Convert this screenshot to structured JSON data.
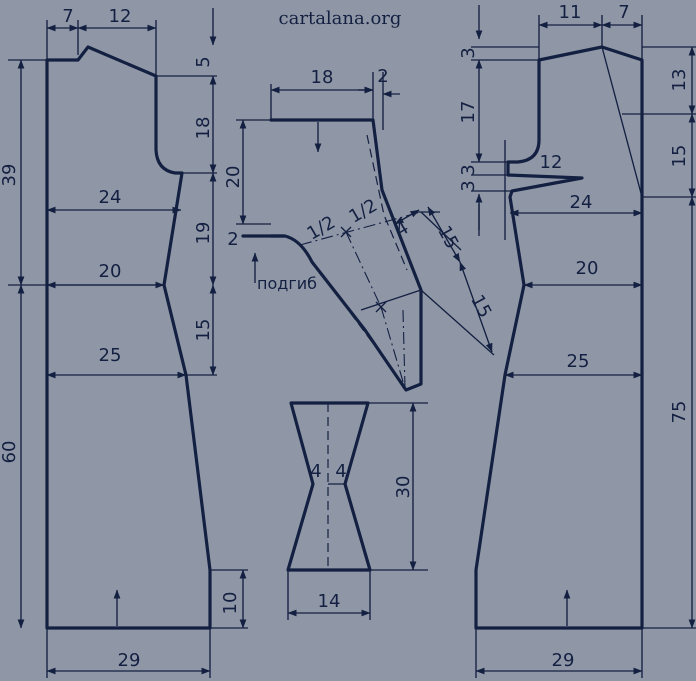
{
  "watermark": "cartalana.org",
  "colors": {
    "background": "#8f97a7",
    "ink": "#142041"
  },
  "back_piece": {
    "shoulder_width": "7",
    "shoulder_slope_width": "12",
    "shoulder_drop": "5",
    "armhole_depth": "18",
    "chest_to_waist": "19",
    "waist_to_hip": "15",
    "bottom_slit": "10",
    "upper_length": "39",
    "lower_length": "60",
    "chest_half_width": "24",
    "waist_half_width": "20",
    "hip_half_width": "25",
    "hem_width": "29"
  },
  "sleeve_piece": {
    "top_width": "18",
    "cap_extension": "2",
    "side_height": "20",
    "fold_height": "2",
    "fold_label": "подгиб",
    "half_left": "1/2",
    "half_right": "1/2",
    "inner_offset": "4",
    "upper_segment": "15",
    "lower_segment": "15"
  },
  "collar_piece": {
    "half_left": "4",
    "half_right": "4",
    "height": "30",
    "bottom_width": "14"
  },
  "front_piece": {
    "shoulder_slope_width": "11",
    "shoulder_width": "7",
    "neck_drop": "3",
    "armhole_depth": "17",
    "gap_upper": "3",
    "gap_lower": "3",
    "dart_width": "12",
    "shoulder_height": "13",
    "shoulder_lower": "15",
    "chest_half_width": "24",
    "waist_half_width": "20",
    "hip_half_width": "25",
    "total_length": "75",
    "hem_width": "29"
  }
}
